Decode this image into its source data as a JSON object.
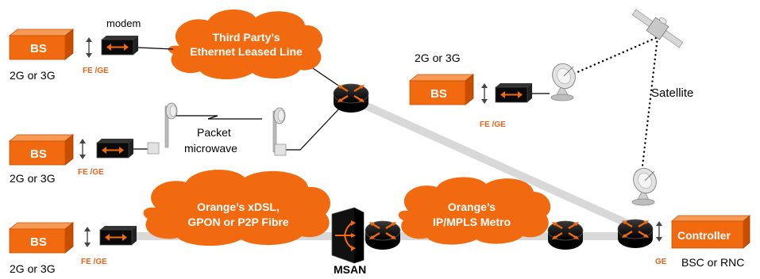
{
  "colors": {
    "orange": "#f26a10",
    "orange_dark": "#c94f00",
    "label_orange": "#e8641a",
    "backbone_gray": "#d8d8d8",
    "line": "#000000"
  },
  "icons": {
    "router": "router-icon",
    "modem": "modem-icon",
    "msan": "msan-icon",
    "dish": "satellite-dish-icon",
    "satellite": "satellite-icon",
    "microwave": "microwave-antenna-icon",
    "base_station": "base-station-icon"
  },
  "clouds": {
    "third_party": [
      "Third Party’s",
      "Ethernet Leased Line"
    ],
    "xdsl": [
      "Orange’s xDSL,",
      "GPON or P2P Fibre"
    ],
    "metro": [
      "Orange’s",
      "IP/MPLS Metro"
    ]
  },
  "sites": {
    "bs_label": "BS",
    "gen_label": "2G or 3G",
    "fe_ge_label": "FE /GE",
    "ge_label": "GE",
    "controller_label": "Controller",
    "bsc_rnc_label": "BSC or RNC"
  },
  "labels": {
    "modem": "modem",
    "packet_microwave": [
      "Packet",
      "microwave"
    ],
    "satellite": "Satellite",
    "msan": "MSAN"
  }
}
